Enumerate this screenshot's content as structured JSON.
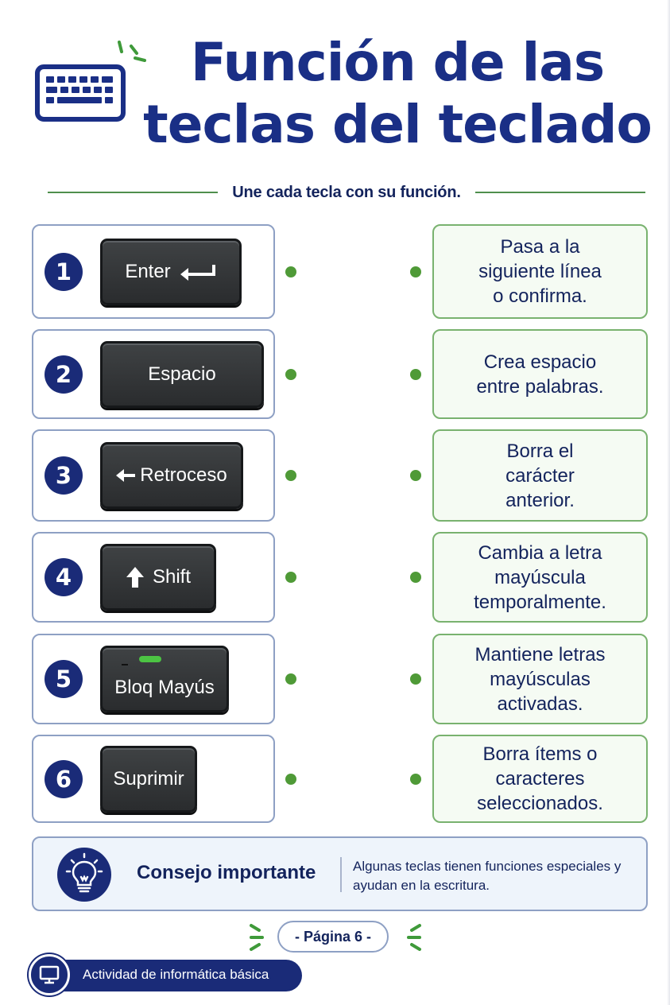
{
  "header": {
    "title_line1": "Función de las",
    "title_line2": "teclas del teclado",
    "keyboard_icon": "keyboard-icon",
    "subtitle": "Une cada tecla con su función."
  },
  "rows": [
    {
      "number": "1",
      "key_label": "Enter",
      "key_icon": "return-arrow-icon",
      "function": "Pasa a la\nsiguiente línea\no confirma."
    },
    {
      "number": "2",
      "key_label": "Espacio",
      "key_icon": "",
      "function": "Crea espacio\nentre palabras."
    },
    {
      "number": "3",
      "key_label": "Retroceso",
      "key_icon": "left-arrow-icon",
      "function": "Borra el\ncarácter\nanterior."
    },
    {
      "number": "4",
      "key_label": "Shift",
      "key_icon": "up-arrow-icon",
      "function": "Cambia a letra\nmayúscula\ntemporalmente."
    },
    {
      "number": "5",
      "key_label": "Bloq Mayús",
      "key_icon": "caps-lock-led-icon",
      "function": "Mantiene letras\nmayúsculas\nactivadas."
    },
    {
      "number": "6",
      "key_label": "Suprimir",
      "key_icon": "",
      "function": "Borra ítems o\ncaracteres\nseleccionados."
    }
  ],
  "tip": {
    "icon": "lightbulb-icon",
    "title": "Consejo importante",
    "text": "Algunas teclas tienen funciones especiales y ayudan en la escritura."
  },
  "footer": {
    "page_label": "- Página 6 -",
    "activity_label": "Actividad de informática básica",
    "activity_icon": "computer-monitor-icon"
  },
  "colors": {
    "navy": "#1a2b78",
    "title_blue": "#1a2f86",
    "green": "#4f9a37",
    "green_border": "#79b26f",
    "key_dark": "#2f3234"
  }
}
